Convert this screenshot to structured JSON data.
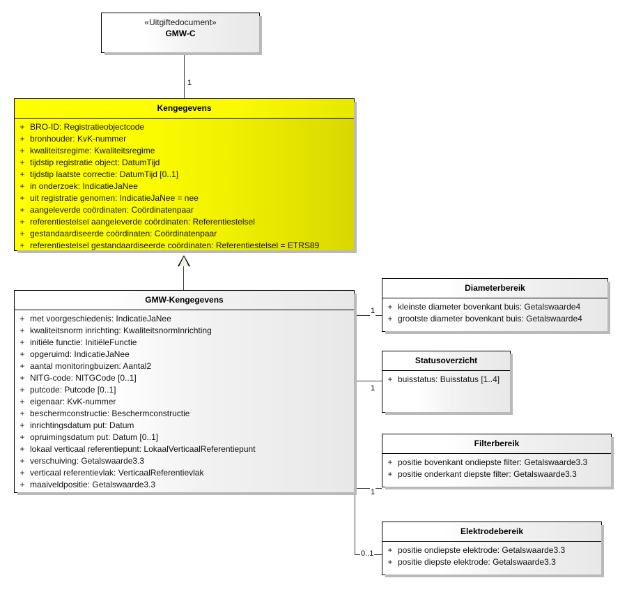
{
  "diagram": {
    "title": "GMW-C UML class diagram",
    "background_color": "#ffffff",
    "highlight_color": "#ffff00",
    "line_color": "#3c3c3c"
  },
  "classes": {
    "gmw_c": {
      "stereotype": "«Uitgiftedocument»",
      "name": "GMW-C",
      "attributes": []
    },
    "kengegevens": {
      "name": "Kengegevens",
      "attributes": [
        {
          "vis": "+",
          "text": "BRO-ID: Registratieobjectcode"
        },
        {
          "vis": "+",
          "text": "bronhouder: KvK-nummer"
        },
        {
          "vis": "+",
          "text": "kwaliteitsregime: Kwaliteitsregime"
        },
        {
          "vis": "+",
          "text": "tijdstip registratie object: DatumTijd"
        },
        {
          "vis": "+",
          "text": "tijdstip laatste correctie: DatumTijd [0..1]"
        },
        {
          "vis": "+",
          "text": "in onderzoek: IndicatieJaNee"
        },
        {
          "vis": "+",
          "text": "uit registratie genomen: IndicatieJaNee = nee"
        },
        {
          "vis": "+",
          "text": "aangeleverde coördinaten: Coördinatenpaar"
        },
        {
          "vis": "+",
          "text": "referentiestelsel aangeleverde coördinaten: Referentiestelsel"
        },
        {
          "vis": "+",
          "text": "gestandaardiseerde coördinaten: Coördinatenpaar"
        },
        {
          "vis": "+",
          "text": "referentiestelsel gestandaardiseerde coördinaten: Referentiestelsel = ETRS89"
        }
      ]
    },
    "gmw_kengegevens": {
      "name": "GMW-Kengegevens",
      "attributes": [
        {
          "vis": "+",
          "text": "met voorgeschiedenis: IndicatieJaNee"
        },
        {
          "vis": "+",
          "text": "kwaliteitsnorm inrichting: KwaliteitsnormInrichting"
        },
        {
          "vis": "+",
          "text": "initiële functie: InitiëleFunctie"
        },
        {
          "vis": "+",
          "text": "opgeruimd: IndicatieJaNee"
        },
        {
          "vis": "+",
          "text": "aantal monitoringbuizen: Aantal2"
        },
        {
          "vis": "+",
          "text": "NITG-code: NITGCode [0..1]"
        },
        {
          "vis": "+",
          "text": "putcode: Putcode [0..1]"
        },
        {
          "vis": "+",
          "text": "eigenaar: KvK-nummer"
        },
        {
          "vis": "+",
          "text": "beschermconstructie: Beschermconstructie"
        },
        {
          "vis": "+",
          "text": "inrichtingsdatum put: Datum"
        },
        {
          "vis": "+",
          "text": "opruimingsdatum put: Datum [0..1]"
        },
        {
          "vis": "+",
          "text": "lokaal verticaal referentiepunt: LokaalVerticaalReferentiepunt"
        },
        {
          "vis": "+",
          "text": "verschuiving: Getalswaarde3.3"
        },
        {
          "vis": "+",
          "text": "verticaal referentievlak: VerticaalReferentievlak"
        },
        {
          "vis": "+",
          "text": "maaiveldpositie: Getalswaarde3.3"
        }
      ]
    },
    "diameterbereik": {
      "name": "Diameterbereik",
      "attributes": [
        {
          "vis": "+",
          "text": "kleinste diameter bovenkant buis: Getalswaarde4"
        },
        {
          "vis": "+",
          "text": "grootste diameter bovenkant buis: Getalswaarde4"
        }
      ]
    },
    "statusoverzicht": {
      "name": "Statusoverzicht",
      "attributes": [
        {
          "vis": "+",
          "text": "buisstatus: Buisstatus [1..4]"
        }
      ]
    },
    "filterbereik": {
      "name": "Filterbereik",
      "attributes": [
        {
          "vis": "+",
          "text": "positie bovenkant ondiepste filter: Getalswaarde3.3"
        },
        {
          "vis": "+",
          "text": "positie onderkant diepste filter: Getalswaarde3.3"
        }
      ]
    },
    "elektrodebereik": {
      "name": "Elektrodebereik",
      "attributes": [
        {
          "vis": "+",
          "text": "positie ondiepste elektrode: Getalswaarde3.3"
        },
        {
          "vis": "+",
          "text": "positie diepste elektrode: Getalswaarde3.3"
        }
      ]
    }
  },
  "connectors": {
    "gmwc_to_kengegevens": {
      "multiplicity": "1"
    },
    "gmwk_to_diameterbereik": {
      "multiplicity": "1"
    },
    "gmwk_to_statusoverzicht": {
      "multiplicity": "1"
    },
    "gmwk_to_filterbereik": {
      "multiplicity": "1"
    },
    "gmwk_to_elektrodebereik": {
      "multiplicity": "0..1"
    }
  }
}
